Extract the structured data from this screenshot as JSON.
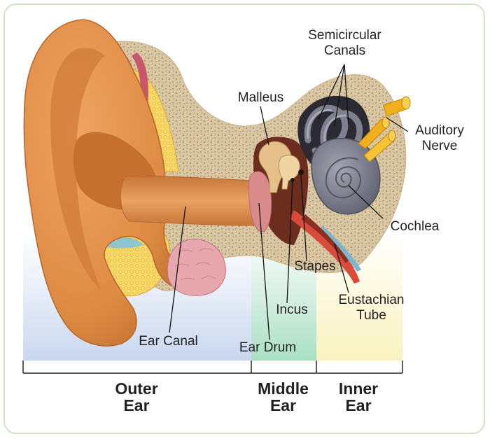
{
  "labels": {
    "semicircular_canals": [
      "Semicircular",
      "Canals"
    ],
    "malleus": "Malleus",
    "auditory_nerve": [
      "Auditory",
      "Nerve"
    ],
    "cochlea": "Cochlea",
    "stapes": "Stapes",
    "eustachian_tube": [
      "Eustachian",
      "Tube"
    ],
    "incus": "Incus",
    "ear_canal": "Ear Canal",
    "ear_drum": "Ear Drum"
  },
  "sections": {
    "outer": [
      "Outer",
      "Ear"
    ],
    "middle": [
      "Middle",
      "Ear"
    ],
    "inner": [
      "Inner",
      "Ear"
    ]
  },
  "colors": {
    "outer_zone": "#c9d7ef",
    "middle_zone": "#a9dfc4",
    "inner_zone": "#fbf6cc",
    "skin": "#e3914a",
    "bone": "#d9c7a4",
    "cartilage": "#f6d96b",
    "cochlea": "#7f808f",
    "nerve": "#f0b01e",
    "frame": "#cfe3c1"
  }
}
